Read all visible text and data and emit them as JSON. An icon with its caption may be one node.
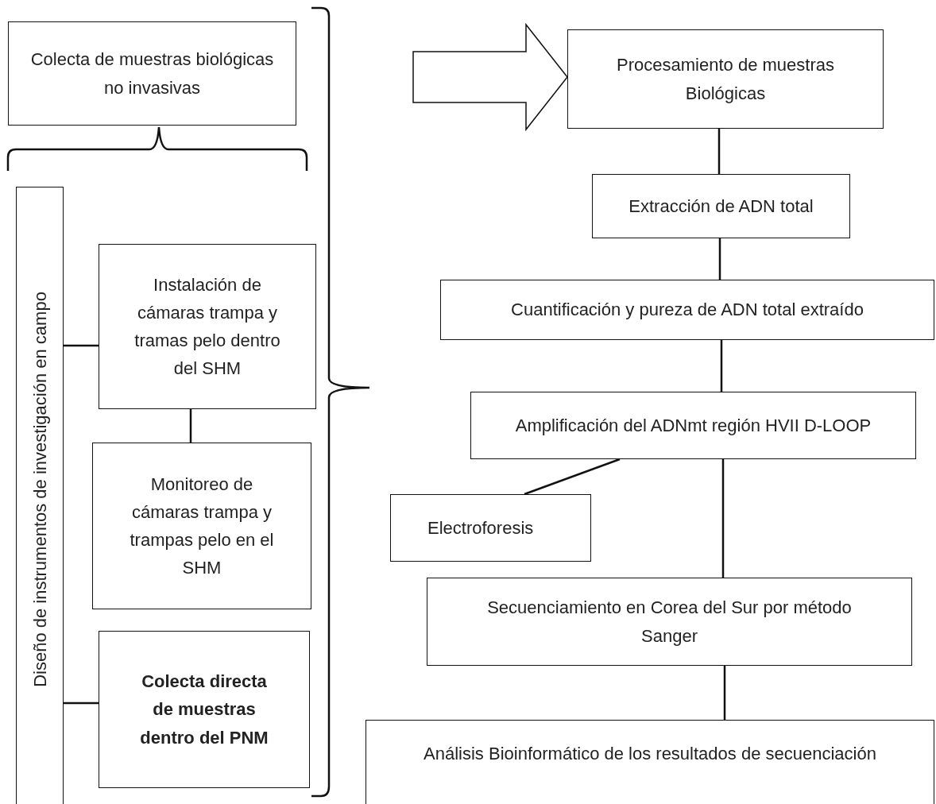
{
  "diagram": {
    "nodes": [
      {
        "text": [
          "Colecta de muestras biológicas no invasivas"
        ]
      },
      {
        "text": [
          "Diseño de instrumentos de investigación en campo"
        ]
      },
      {
        "text": [
          "Instalación de cámaras trampa y tramas pelo dentro del SHM"
        ]
      },
      {
        "text": [
          "Monitoreo de cámaras trampa y trampas pelo en el SHM"
        ]
      },
      {
        "text": [
          "Colecta directa de muestras dentro del PNM"
        ]
      },
      {
        "text": [
          "Procesamiento de muestras Biológicas"
        ]
      },
      {
        "text": [
          "Extracción de ADN total"
        ]
      },
      {
        "text": [
          "Cuantificación y pureza de ADN total extraído"
        ]
      },
      {
        "text": [
          "Amplificación del ADNmt región HVII D-LOOP"
        ]
      },
      {
        "text": [
          "Electroforesis"
        ]
      },
      {
        "text": [
          "Secuenciamiento en Corea del Sur por método Sanger"
        ]
      },
      {
        "text": [
          "Análisis Bioinformático de los resultados de secuenciación"
        ]
      }
    ],
    "edges": [
      {
        "from": 1,
        "to": 2,
        "arrow": "none"
      },
      {
        "from": 2,
        "to": 3,
        "arrow": "none"
      },
      {
        "from": 1,
        "to": 4,
        "arrow": "none"
      },
      {
        "from": 5,
        "to": 6,
        "arrow": "none"
      },
      {
        "from": 6,
        "to": 7,
        "arrow": "none"
      },
      {
        "from": 7,
        "to": 8,
        "arrow": "none"
      },
      {
        "from": 8,
        "to": 9,
        "arrow": "none"
      },
      {
        "from": 8,
        "to": 10,
        "arrow": "none"
      },
      {
        "from": 10,
        "to": 11,
        "arrow": "none"
      },
      {
        "from": null,
        "to": 5,
        "arrow": "to",
        "style": "thick"
      }
    ]
  }
}
